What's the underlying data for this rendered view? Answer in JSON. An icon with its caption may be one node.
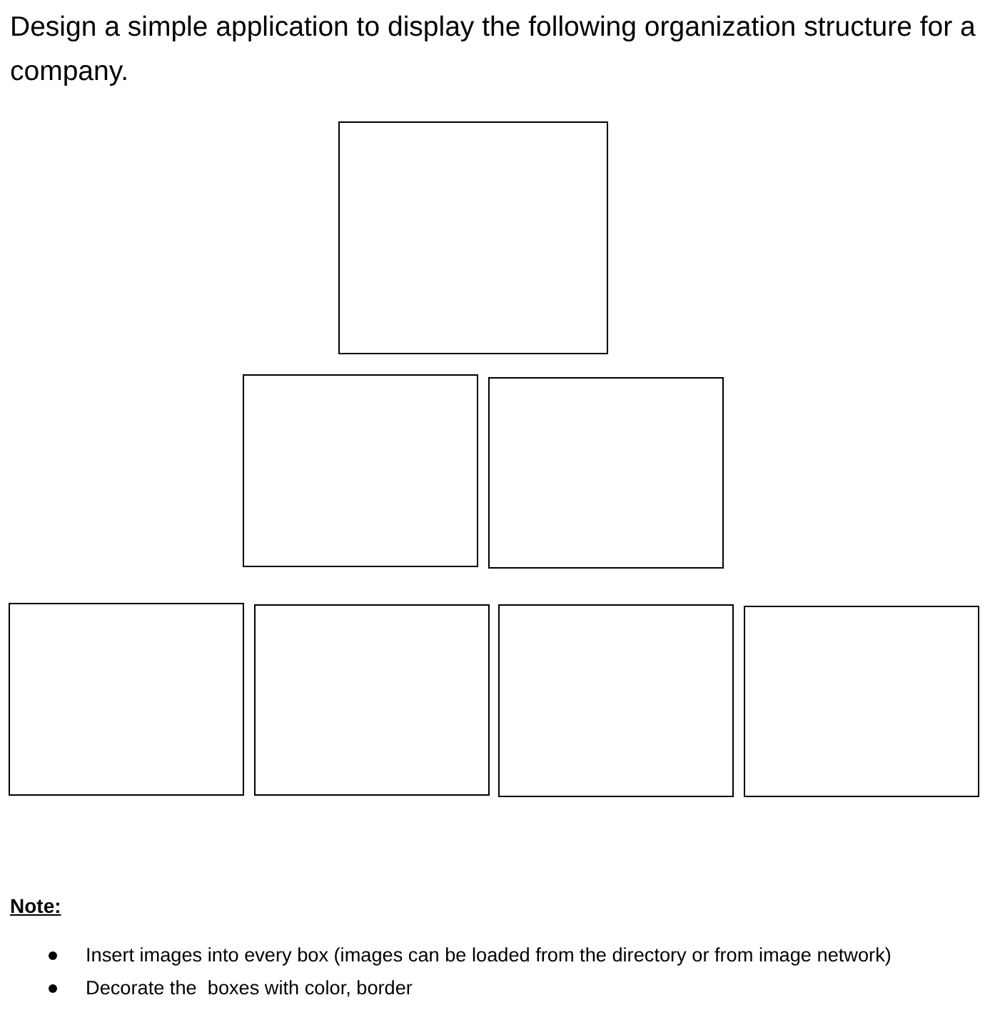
{
  "diagram": {
    "title": "Design a simple application to display the following organization structure for a company.",
    "nodes": [
      {
        "text": [],
        "shape": "box"
      },
      {
        "text": [],
        "shape": "box"
      },
      {
        "text": [],
        "shape": "box"
      },
      {
        "text": [],
        "shape": "box"
      },
      {
        "text": [],
        "shape": "box"
      },
      {
        "text": [],
        "shape": "box"
      },
      {
        "text": [],
        "shape": "box"
      }
    ],
    "labels": [
      "Note:",
      "Insert images into every box (images can be loaded from the directory or from image network)",
      "Decorate the  boxes with color, border"
    ]
  }
}
